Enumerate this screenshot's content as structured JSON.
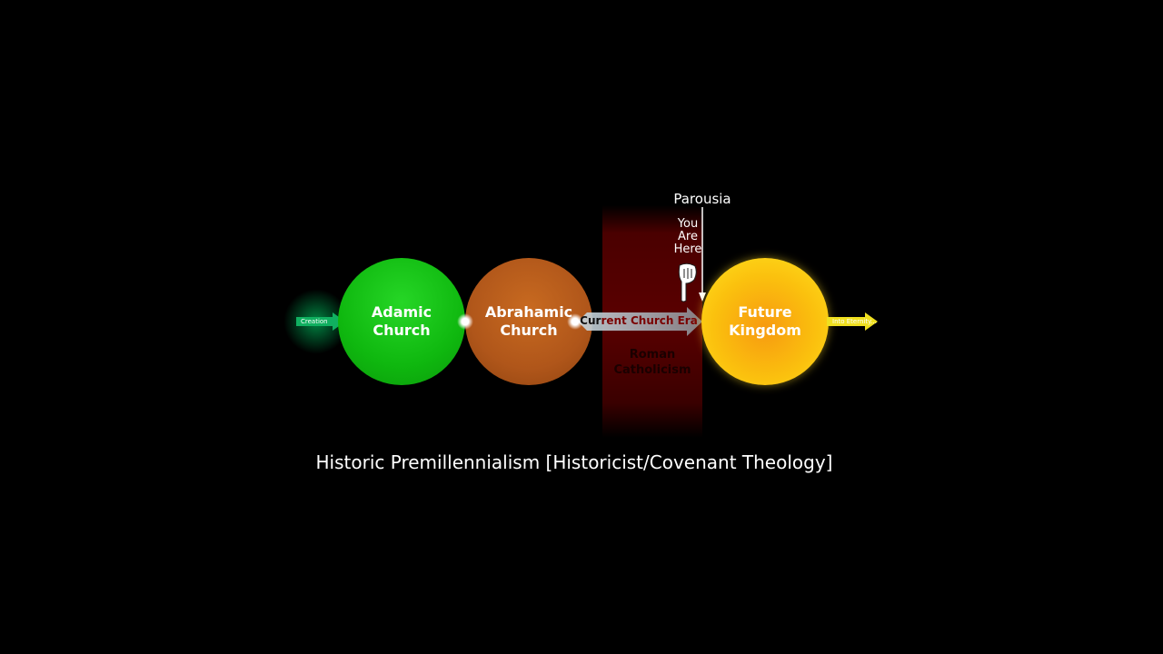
{
  "diagram": {
    "title": "Historic Premillennialism [Historicist/Covenant Theology]",
    "start_arrow": "Creation",
    "end_arrow": "Into Eternity...",
    "circles": [
      {
        "label_line1": "Adamic",
        "label_line2": "Church",
        "color": "#12c012"
      },
      {
        "label_line1": "Abrahamic",
        "label_line2": "Church",
        "color": "#b2581b"
      },
      {
        "label_line1": "Future",
        "label_line2": "Kingdom",
        "color": "#fbb80e"
      }
    ],
    "era_arrow": {
      "part1": "Cur",
      "part2": "rent Church Era"
    },
    "band": {
      "line1": "Roman",
      "line2": "Catholicism",
      "color": "#5a0000"
    },
    "parousia": "Parousia",
    "you_are_here": [
      "You",
      "Are",
      "Here"
    ]
  }
}
